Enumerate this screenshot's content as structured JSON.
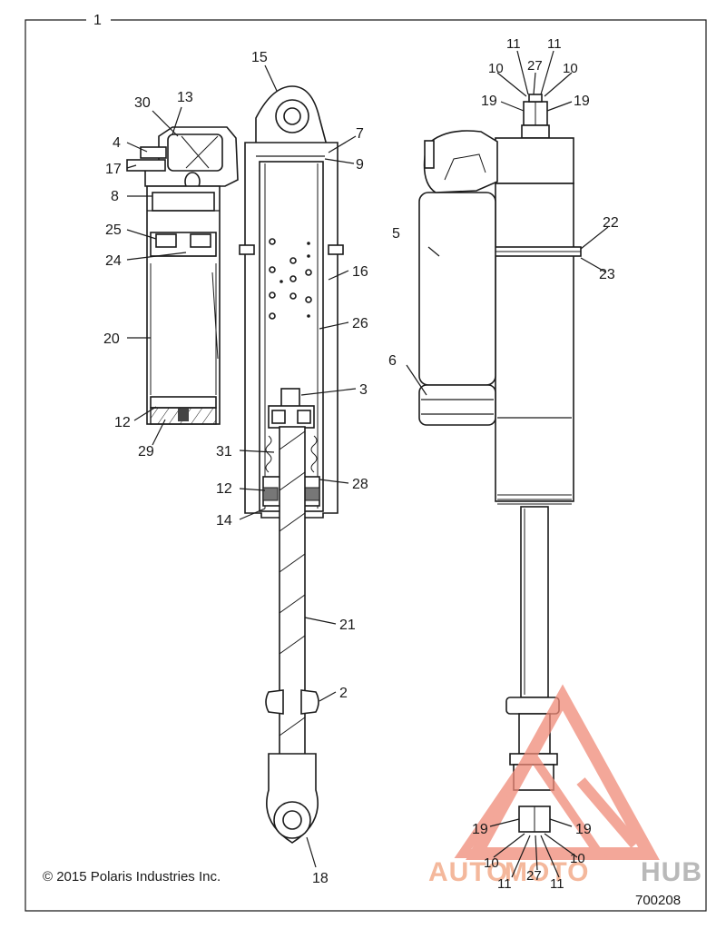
{
  "assembly_callout": "1",
  "copyright": "© 2015 Polaris Industries Inc.",
  "doc_number": "700208",
  "watermark": {
    "part1": "AUTO",
    "part2": "MOTO",
    "part3": "HUB",
    "color_primary": "#f08a78",
    "color_secondary": "#b9b9b9"
  },
  "callouts": {
    "c2": "2",
    "c3": "3",
    "c4": "4",
    "c5": "5",
    "c6": "6",
    "c7": "7",
    "c8": "8",
    "c9": "9",
    "c10a": "10",
    "c10b": "10",
    "c10c": "10",
    "c10d": "10",
    "c11a": "11",
    "c11b": "11",
    "c11c": "11",
    "c11d": "11",
    "c12a": "12",
    "c12b": "12",
    "c13": "13",
    "c14": "14",
    "c15": "15",
    "c16": "16",
    "c17": "17",
    "c18": "18",
    "c19a": "19",
    "c19b": "19",
    "c19c": "19",
    "c19d": "19",
    "c20": "20",
    "c21": "21",
    "c22": "22",
    "c23": "23",
    "c24": "24",
    "c25": "25",
    "c26": "26",
    "c27a": "27",
    "c27b": "27",
    "c28": "28",
    "c29": "29",
    "c30": "30",
    "c31": "31"
  }
}
